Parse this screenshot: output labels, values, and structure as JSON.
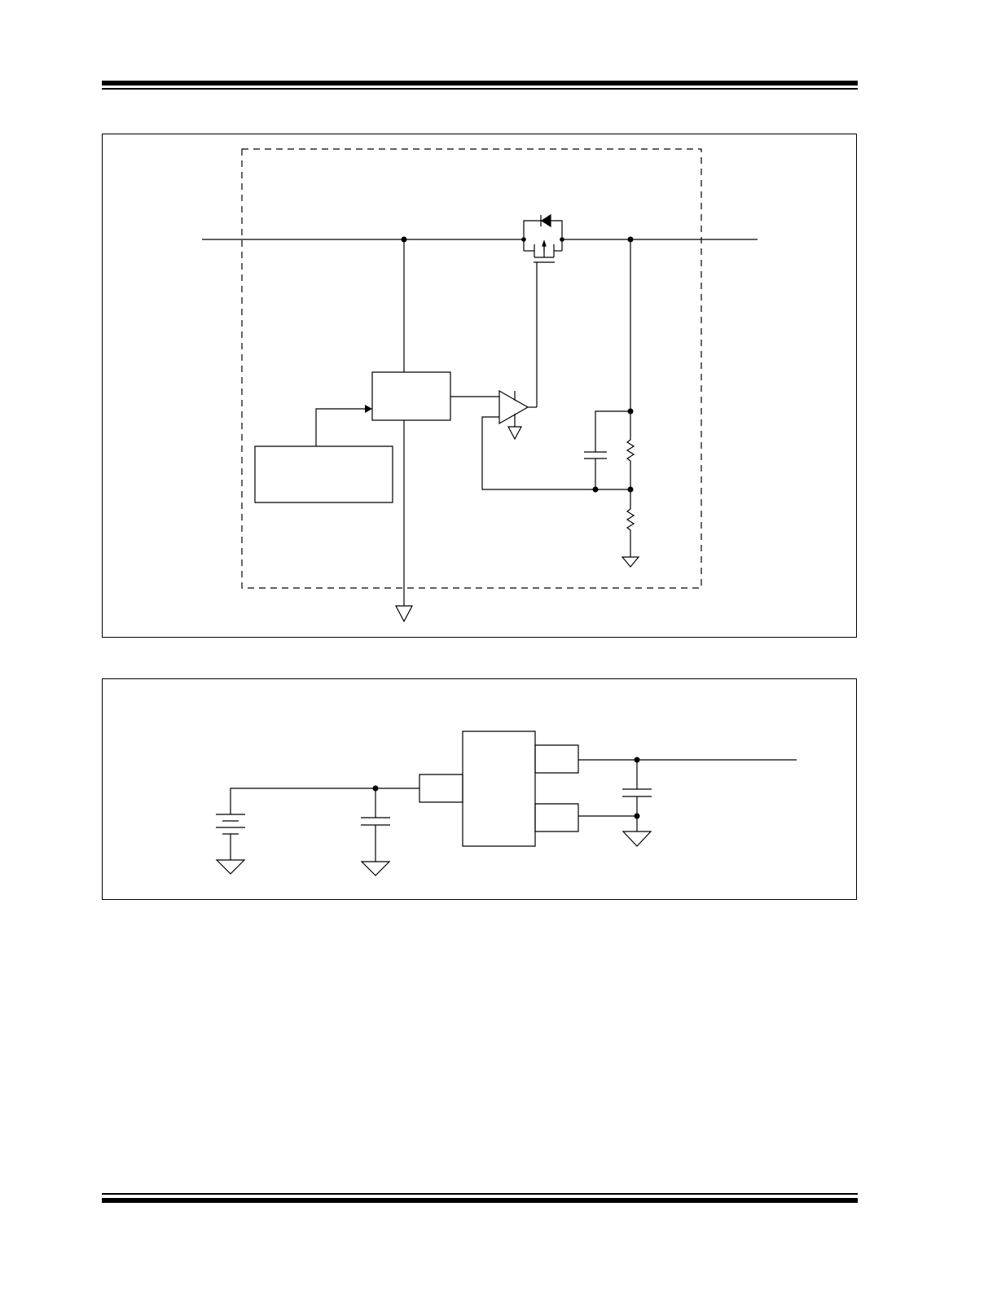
{
  "page": {
    "header_rule": "double",
    "footer_rule": "double"
  },
  "figures": [
    {
      "kind": "block-diagram",
      "frame": "outer-box",
      "boundary": "dashed-box",
      "components": [
        "pmos-pass-transistor",
        "body-diode",
        "control-block",
        "reference-block",
        "error-amplifier",
        "feedback-capacitor",
        "feedback-resistor-top",
        "feedback-resistor-bottom",
        "ground-symbols"
      ]
    },
    {
      "kind": "application-circuit",
      "frame": "outer-box",
      "components": [
        "battery",
        "input-capacitor",
        "regulator-package",
        "output-capacitor",
        "ground-symbols"
      ]
    }
  ],
  "colors": {
    "ink": "#000000",
    "paper": "#ffffff"
  }
}
